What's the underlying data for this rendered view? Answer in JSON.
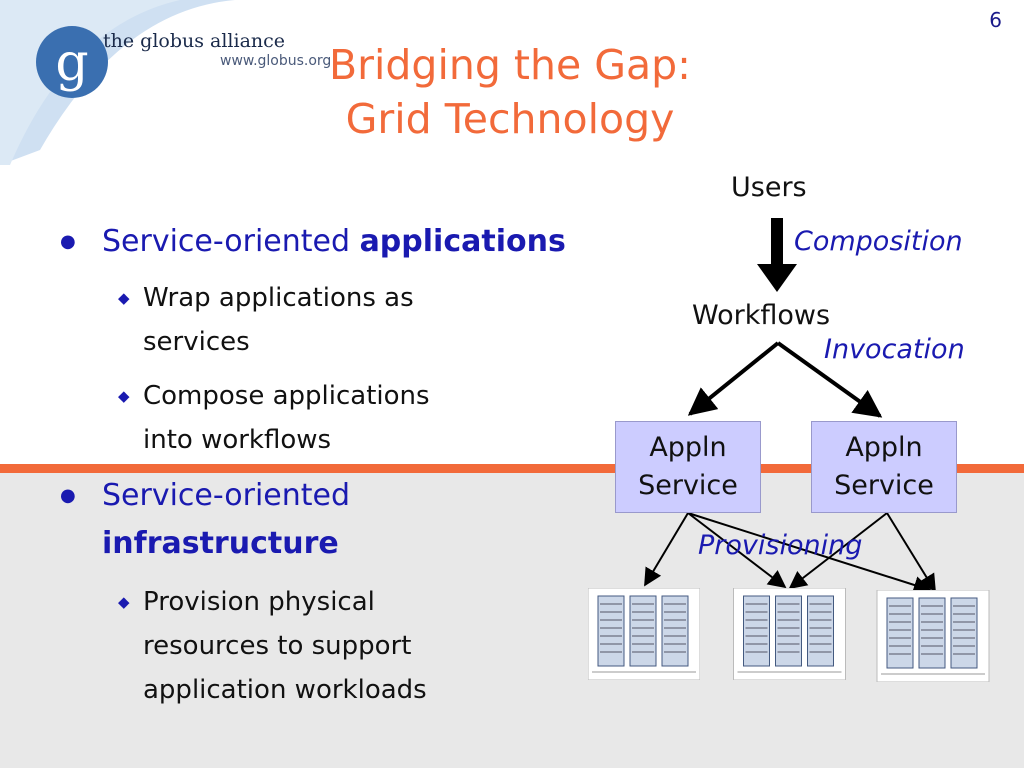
{
  "header": {
    "logo_name": "the globus alliance",
    "logo_url": "www.globus.org",
    "slide_number": "6",
    "title_line1": "Bridging the Gap:",
    "title_line2": "Grid Technology"
  },
  "bullets": [
    {
      "prefix": "Service-oriented ",
      "bold": "applications",
      "sub": [
        {
          "lines": [
            "Wrap applications as",
            "services"
          ]
        },
        {
          "lines": [
            "Compose applications",
            "into workflows"
          ]
        }
      ]
    },
    {
      "prefix": "Service-oriented",
      "bold": "infrastructure",
      "sub": [
        {
          "lines": [
            "Provision physical",
            "resources to support",
            "application workloads"
          ]
        }
      ]
    }
  ],
  "diagram": {
    "users": "Users",
    "composition": "Composition",
    "workflows": "Workflows",
    "invocation": "Invocation",
    "service_line1": "Appln",
    "service_line2": "Service",
    "provisioning": "Provisioning"
  },
  "colors": {
    "accent": "#f26a3a",
    "bullet_blue": "#1a1ab0",
    "service_box": "#ccccff",
    "logo_blue": "#3a6fb0"
  }
}
